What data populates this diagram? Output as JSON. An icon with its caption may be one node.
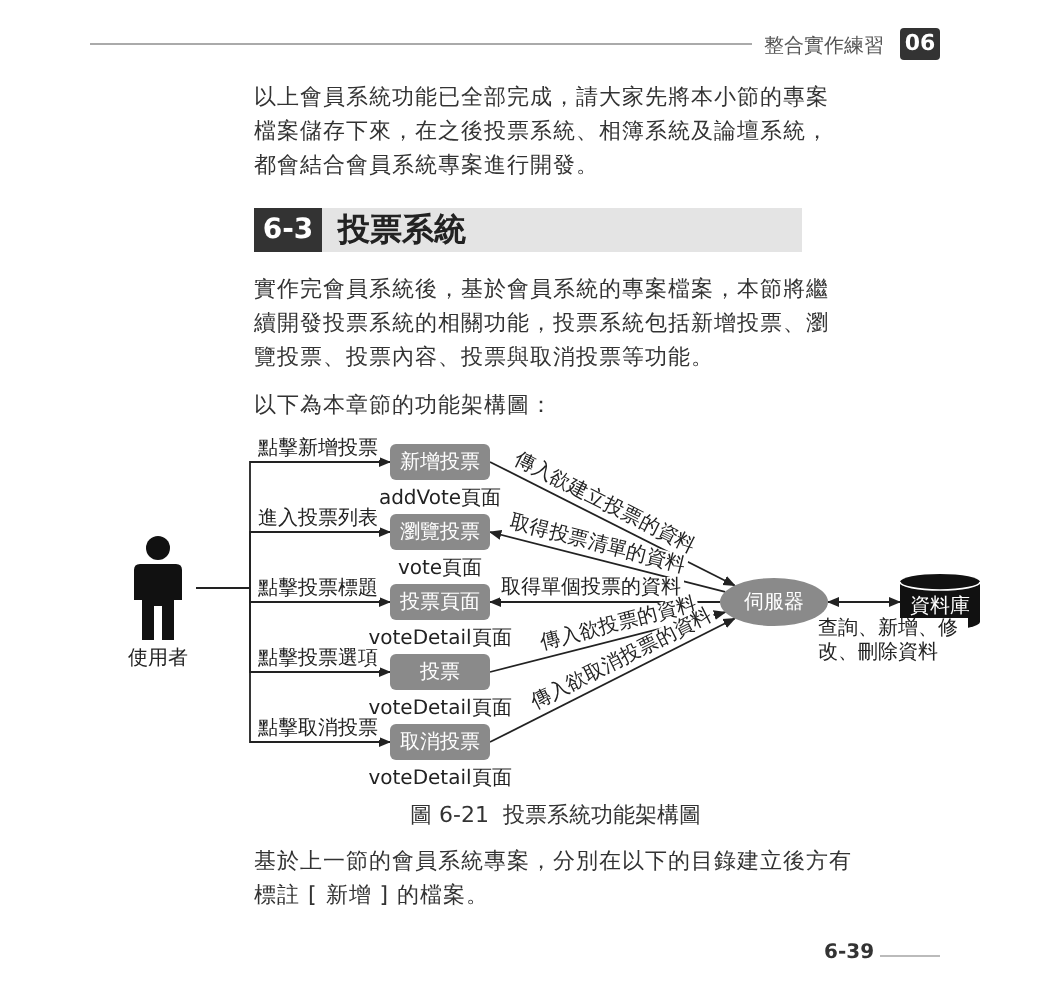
{
  "diagram": {
    "caption": "圖 6-21  投票系統功能架構圖",
    "nodes": [
      {
        "text": [],
        "shape": "person",
        "beside": [
          "使用者"
        ]
      },
      {
        "text": [
          "新增投票"
        ],
        "beside": [
          "addVote頁面"
        ]
      },
      {
        "text": [
          "瀏覽投票"
        ],
        "beside": [
          "vote頁面"
        ]
      },
      {
        "text": [
          "投票頁面"
        ],
        "beside": [
          "voteDetail頁面"
        ]
      },
      {
        "text": [
          "投票"
        ],
        "beside": [
          "voteDetail頁面"
        ]
      },
      {
        "text": [
          "取消投票"
        ],
        "beside": [
          "voteDetail頁面"
        ]
      },
      {
        "text": [
          "伺服器"
        ]
      },
      {
        "text": [
          "資料庫"
        ]
      }
    ],
    "edges": [
      {
        "from": 0,
        "to": 1,
        "arrow": "to",
        "label": "點擊新增投票"
      },
      {
        "from": 0,
        "to": 2,
        "arrow": "to",
        "label": "進入投票列表"
      },
      {
        "from": 0,
        "to": 3,
        "arrow": "to",
        "label": "點擊投票標題"
      },
      {
        "from": 0,
        "to": 4,
        "arrow": "to",
        "label": "點擊投票選項"
      },
      {
        "from": 0,
        "to": 5,
        "arrow": "to",
        "label": "點擊取消投票"
      },
      {
        "from": 1,
        "to": 6,
        "arrow": "to",
        "label": "傳入欲建立投票的資料"
      },
      {
        "from": 6,
        "to": 2,
        "arrow": "to",
        "label": "取得投票清單的資料"
      },
      {
        "from": 6,
        "to": 3,
        "arrow": "to",
        "label": "取得單個投票的資料"
      },
      {
        "from": 4,
        "to": 6,
        "arrow": "to",
        "label": "傳入欲投票的資料"
      },
      {
        "from": 5,
        "to": 6,
        "arrow": "to",
        "label": "傳入欲取消投票的資料"
      },
      {
        "from": 6,
        "to": 7,
        "arrow": "both",
        "label": "查詢、新增、修改、刪除資料"
      }
    ],
    "labels": [
      "整合實作練習",
      "06",
      "以上會員系統功能已全部完成，請大家先將本小節的專案檔案儲存下來，在之後投票系統、相簿系統及論壇系統，都會結合會員系統專案進行開發。",
      "6-3",
      "投票系統",
      "實作完會員系統後，基於會員系統的專案檔案，本節將繼續開發投票系統的相關功能，投票系統包括新增投票、瀏覽投票、投票內容、投票與取消投票等功能。",
      "以下為本章節的功能架構圖：",
      "基於上一節的會員系統專案，分別在以下的目錄建立後方有標註 [ 新增 ] 的檔案。",
      "6-39"
    ]
  }
}
